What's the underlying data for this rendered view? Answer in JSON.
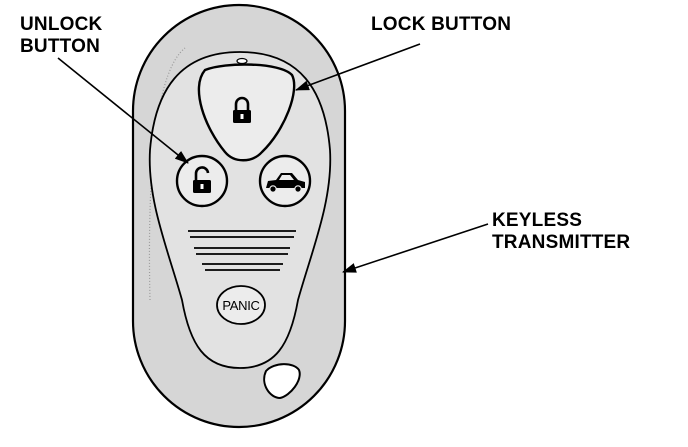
{
  "callouts": {
    "unlock": {
      "line1": "UNLOCK",
      "line2": "BUTTON"
    },
    "lock": {
      "line1": "LOCK BUTTON"
    },
    "transmitter": {
      "line1": "KEYLESS",
      "line2": "TRANSMITTER"
    }
  },
  "remote": {
    "panic_label": "PANIC",
    "lock_icon": "padlock-closed-icon",
    "unlock_icon": "padlock-open-icon",
    "trunk_icon": "car-trunk-icon"
  },
  "colors": {
    "body_fill": "#d6d6d6",
    "outline": "#000000",
    "background": "#ffffff"
  }
}
